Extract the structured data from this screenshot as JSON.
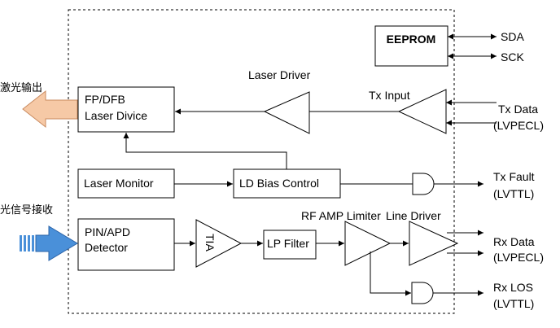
{
  "labels": {
    "eeprom": "EEPROM",
    "sda": "SDA",
    "sck": "SCK",
    "laser_driver": "Laser Driver",
    "tx_input": "Tx Input",
    "tx_data": "Tx Data",
    "tx_data_std": "(LVPECL)",
    "fp_dfb_line1": "FP/DFB",
    "fp_dfb_line2": "Laser Divice",
    "laser_out_cn": "激光输出",
    "laser_monitor": "Laser Monitor",
    "ld_bias": "LD Bias Control",
    "tx_fault": "Tx Fault",
    "tx_fault_std": "(LVTTL)",
    "rx_signal_cn": "光信号接收",
    "pin_apd_line1": "PIN/APD",
    "pin_apd_line2": "Detector",
    "tia": "TIA",
    "lp_filter": "LP Filter",
    "rf_amp": "RF AMP Limiter",
    "line_driver": "Line Driver",
    "rx_data": "Rx Data",
    "rx_data_std": "(LVPECL)",
    "rx_los": "Rx LOS",
    "rx_los_std": "(LVTTL)"
  },
  "colors": {
    "laser_arrow_fill": "#f6c9a6",
    "laser_arrow_stroke": "#c98a5f",
    "rx_arrow_fill": "#4a90d9",
    "rx_arrow_stroke": "#2a63a8",
    "line": "#000000"
  }
}
